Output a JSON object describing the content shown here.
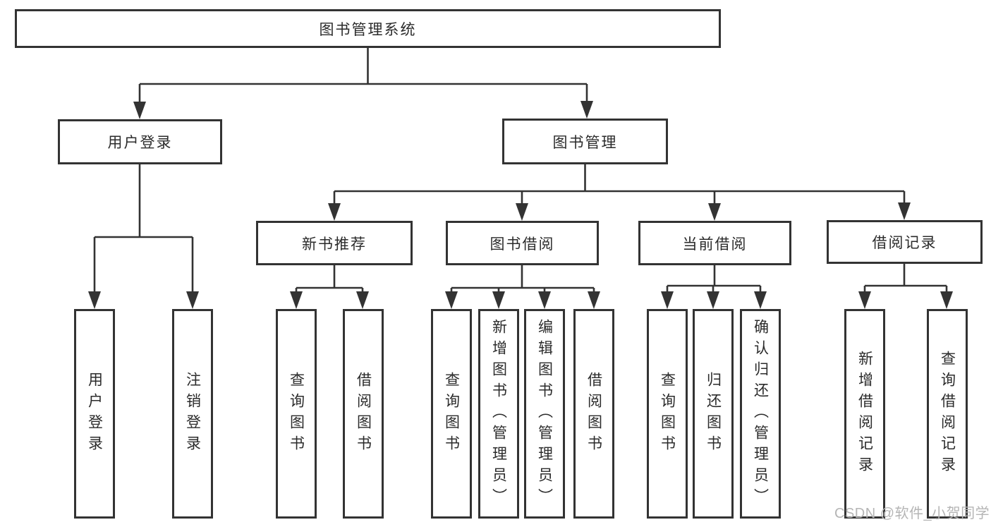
{
  "tree": {
    "root_label": "图书管理系统",
    "branches": [
      {
        "label": "用户登录",
        "leaves": [
          "用户登录",
          "注销登录"
        ]
      },
      {
        "label": "图书管理",
        "sections": [
          {
            "label": "新书推荐",
            "leaves": [
              "查询图书",
              "借阅图书"
            ]
          },
          {
            "label": "图书借阅",
            "leaves": [
              "查询图书",
              "新增图书（管理员）",
              "编辑图书（管理员）",
              "借阅图书"
            ]
          },
          {
            "label": "当前借阅",
            "leaves": [
              "查询图书",
              "归还图书",
              "确认归还（管理员）"
            ]
          },
          {
            "label": "借阅记录",
            "leaves": [
              "新增借阅记录",
              "查询借阅记录"
            ]
          }
        ]
      }
    ]
  },
  "watermark": {
    "text": "CSDN @软件_小贺同学"
  },
  "colors": {
    "line": "#333333",
    "text": "#2b2b2b",
    "watermark": "#b5b5b5",
    "background": "#ffffff"
  }
}
